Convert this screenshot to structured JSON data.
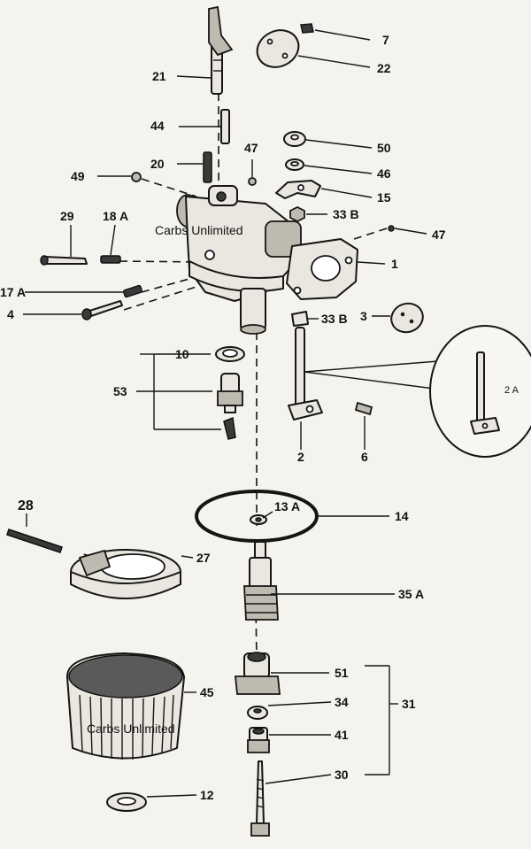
{
  "watermark": {
    "top": "Carbs Unlimited",
    "bottom": "Carbs Unlimited"
  },
  "callouts": {
    "p7": "7",
    "p22": "22",
    "p21": "21",
    "p44": "44",
    "p47a": "47",
    "p50": "50",
    "p46": "46",
    "p49": "49",
    "p20": "20",
    "p15": "15",
    "p29": "29",
    "p18a": "18 A",
    "p33b_top": "33 B",
    "p47b": "47",
    "p1": "1",
    "p17a": "17 A",
    "p4": "4",
    "p33b_bottom": "33 B",
    "p3": "3",
    "p10": "10",
    "p2a": "2 A",
    "p53": "53",
    "p2": "2",
    "p6": "6",
    "p28": "28",
    "p13a": "13 A",
    "p14": "14",
    "p27": "27",
    "p35a": "35 A",
    "p51": "51",
    "p45": "45",
    "p34": "34",
    "p31": "31",
    "p41": "41",
    "p30": "30",
    "p12": "12"
  }
}
